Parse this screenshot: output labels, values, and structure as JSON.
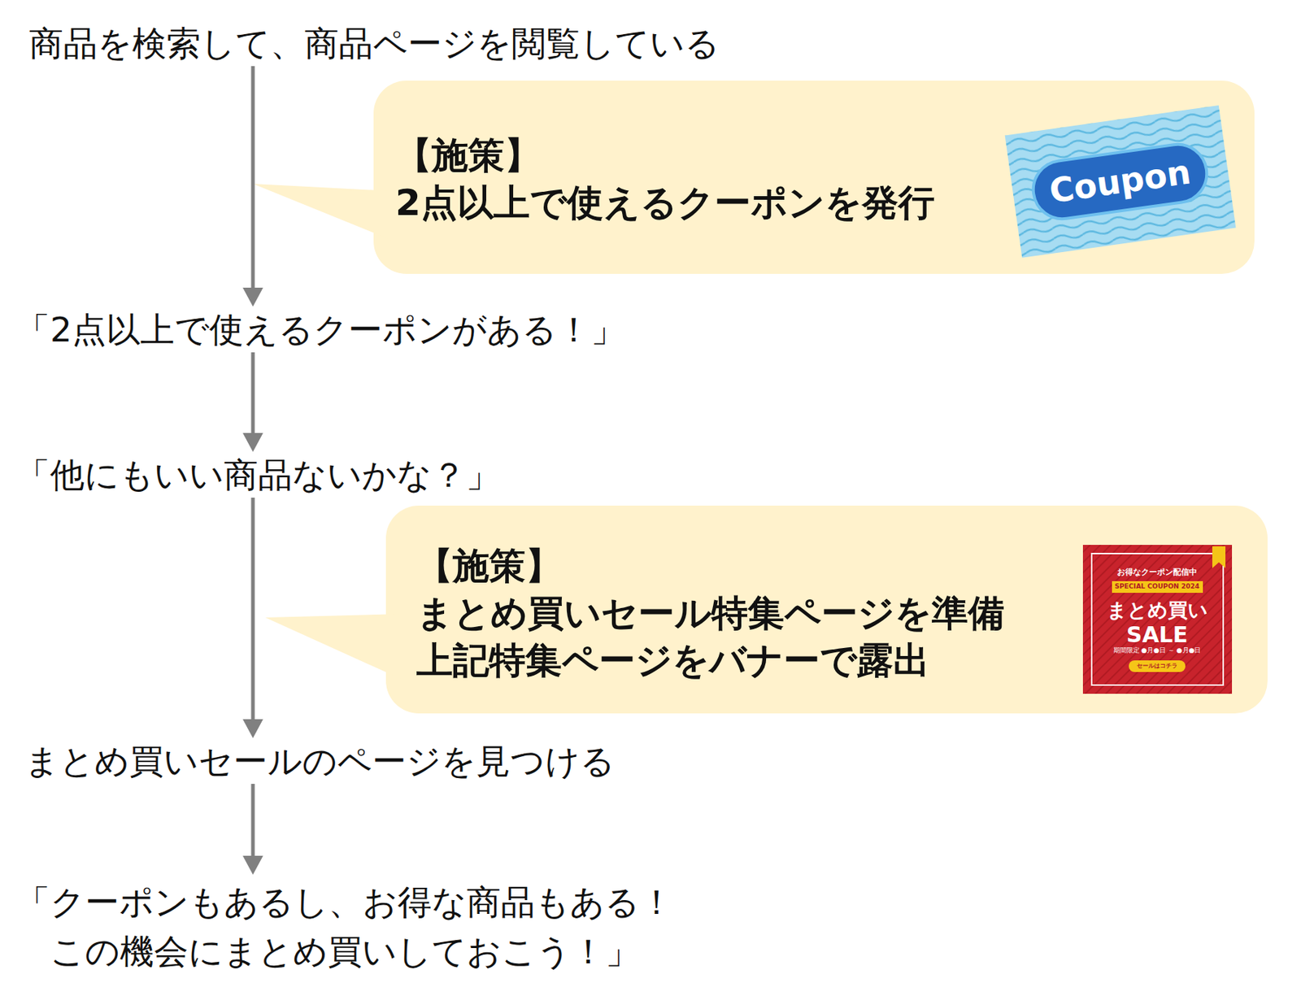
{
  "diagram": {
    "nodes": [
      {
        "text": [
          "商品を検索して、商品ページを閲覧している"
        ]
      },
      {
        "text": [
          "【施策】",
          "2点以上で使えるクーポンを発行"
        ]
      },
      {
        "text": [
          "「2点以上で使えるクーポンがある！」"
        ]
      },
      {
        "text": [
          "「他にもいい商品ないかな？」"
        ]
      },
      {
        "text": [
          "【施策】",
          "まとめ買いセール特集ページを準備",
          "上記特集ページをバナーで露出"
        ]
      },
      {
        "text": [
          "まとめ買いセールのページを見つける"
        ]
      },
      {
        "text": [
          "「クーポンもあるし、お得な商品もある！ この機会にまとめ買いしておこう！」"
        ]
      }
    ],
    "edges": [
      {
        "from": 0,
        "to": 2,
        "arrow": "to"
      },
      {
        "from": 2,
        "to": 3,
        "arrow": "to"
      },
      {
        "from": 3,
        "to": 5,
        "arrow": "to"
      },
      {
        "from": 5,
        "to": 6,
        "arrow": "to"
      }
    ],
    "labels": [
      "Coupon",
      "お得なクーポン配信中",
      "SPECIAL COUPON 2024",
      "まとめ買い",
      "SALE",
      "期間限定 ●月●日 ～ ●月●日",
      "セールはコチラ"
    ]
  }
}
